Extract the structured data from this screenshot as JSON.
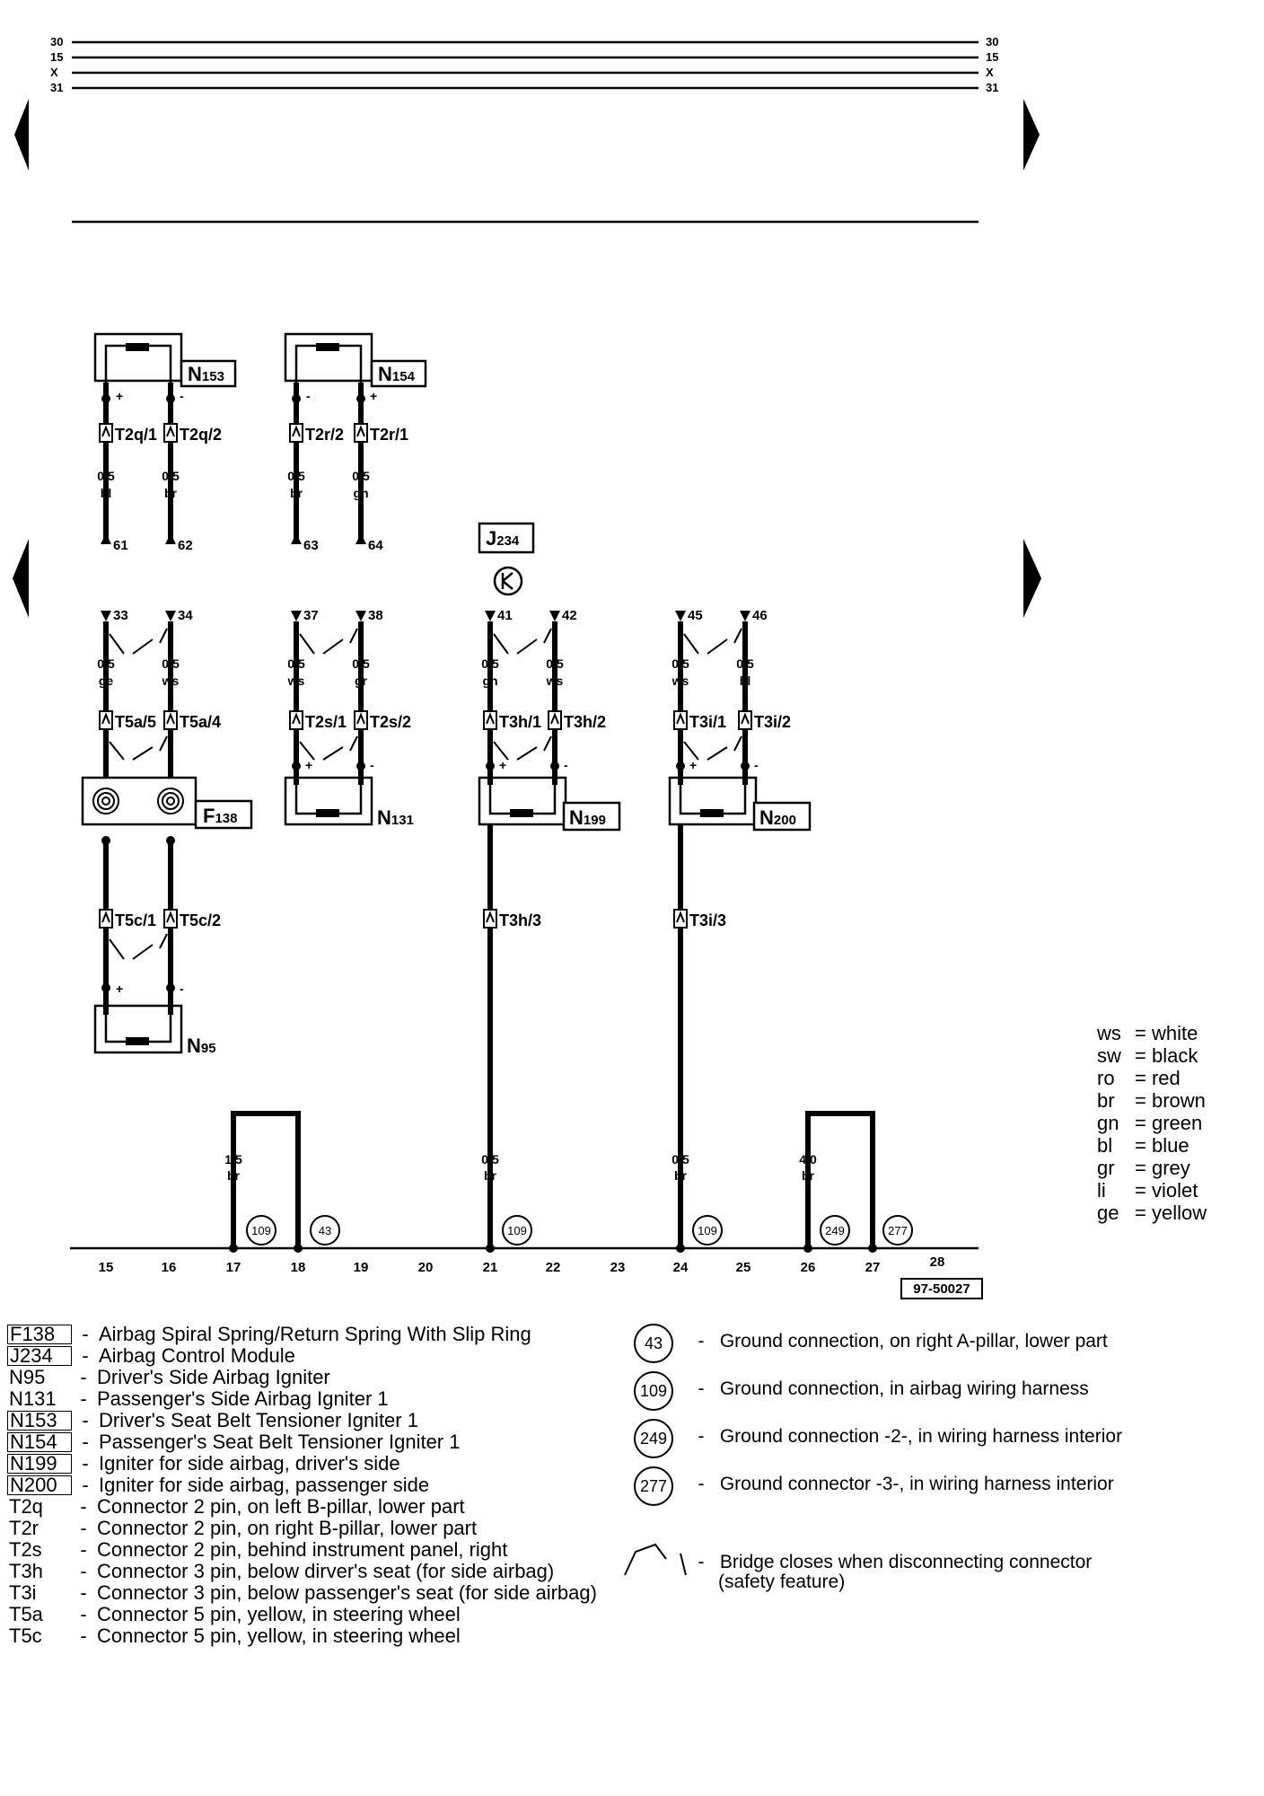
{
  "rails": [
    {
      "label": "30"
    },
    {
      "label": "15"
    },
    {
      "label": "X"
    },
    {
      "label": "31"
    }
  ],
  "tracks": [
    "15",
    "16",
    "17",
    "18",
    "19",
    "20",
    "21",
    "22",
    "23",
    "24",
    "25",
    "26",
    "27",
    "28"
  ],
  "figure_id": "97-50027",
  "components": {
    "N153": {
      "name": "N",
      "sub": "153"
    },
    "N154": {
      "name": "N",
      "sub": "154"
    },
    "J234": {
      "name": "J",
      "sub": "234"
    },
    "F138": {
      "name": "F",
      "sub": "138"
    },
    "N131": {
      "name": "N",
      "sub": "131"
    },
    "N199": {
      "name": "N",
      "sub": "199"
    },
    "N200": {
      "name": "N",
      "sub": "200"
    },
    "N95": {
      "name": "N",
      "sub": "95"
    }
  },
  "connectors": {
    "T2q1": "T2q/1",
    "T2q2": "T2q/2",
    "T2r2": "T2r/2",
    "T2r1": "T2r/1",
    "T5a5": "T5a/5",
    "T5a4": "T5a/4",
    "T2s1": "T2s/1",
    "T2s2": "T2s/2",
    "T3h1": "T3h/1",
    "T3h2": "T3h/2",
    "T3i1": "T3i/1",
    "T3i2": "T3i/2",
    "T5c1": "T5c/1",
    "T5c2": "T5c/2",
    "T3h3": "T3h/3",
    "T3i3": "T3i/3"
  },
  "wires_upper": [
    {
      "size": "0,5",
      "color": "bl",
      "pin": "61"
    },
    {
      "size": "0,5",
      "color": "br",
      "pin": "62"
    },
    {
      "size": "0,5",
      "color": "br",
      "pin": "63"
    },
    {
      "size": "0,5",
      "color": "gn",
      "pin": "64"
    }
  ],
  "wires_lower": [
    {
      "pin": "33",
      "size": "0,5",
      "color": "ge"
    },
    {
      "pin": "34",
      "size": "0,5",
      "color": "ws"
    },
    {
      "pin": "37",
      "size": "0,5",
      "color": "ws"
    },
    {
      "pin": "38",
      "size": "0,5",
      "color": "gr"
    },
    {
      "pin": "41",
      "size": "0,5",
      "color": "gn"
    },
    {
      "pin": "42",
      "size": "0,5",
      "color": "ws"
    },
    {
      "pin": "45",
      "size": "0,5",
      "color": "ws"
    },
    {
      "pin": "46",
      "size": "0,5",
      "color": "bl"
    }
  ],
  "ground_wires": [
    {
      "size": "1,5",
      "color": "br"
    },
    {
      "size": "0,5",
      "color": "br"
    },
    {
      "size": "0,5",
      "color": "br"
    },
    {
      "size": "4,0",
      "color": "br"
    }
  ],
  "ground_markers": [
    "109",
    "43",
    "109",
    "109",
    "249",
    "277"
  ],
  "polarity": {
    "plus": "+",
    "minus": "-"
  },
  "color_key": [
    {
      "abbr": "ws",
      "name": "= white"
    },
    {
      "abbr": "sw",
      "name": "= black"
    },
    {
      "abbr": "ro",
      "name": "= red"
    },
    {
      "abbr": "br",
      "name": "= brown"
    },
    {
      "abbr": "gn",
      "name": "= green"
    },
    {
      "abbr": "bl",
      "name": "= blue"
    },
    {
      "abbr": "gr",
      "name": "= grey"
    },
    {
      "abbr": "li",
      "name": "= violet"
    },
    {
      "abbr": "ge",
      "name": "= yellow"
    }
  ],
  "legend": [
    {
      "code": "F138",
      "boxed": true,
      "desc": "Airbag Spiral Spring/Return Spring With Slip Ring"
    },
    {
      "code": "J234",
      "boxed": true,
      "desc": "Airbag Control Module"
    },
    {
      "code": "N95",
      "boxed": false,
      "desc": "Driver's Side Airbag Igniter"
    },
    {
      "code": "N131",
      "boxed": false,
      "desc": "Passenger's Side Airbag Igniter 1"
    },
    {
      "code": "N153",
      "boxed": true,
      "desc": "Driver's Seat Belt Tensioner Igniter 1"
    },
    {
      "code": "N154",
      "boxed": true,
      "desc": "Passenger's Seat Belt Tensioner Igniter 1"
    },
    {
      "code": "N199",
      "boxed": true,
      "desc": "Igniter for side airbag, driver's side"
    },
    {
      "code": "N200",
      "boxed": true,
      "desc": "Igniter for side airbag, passenger side"
    },
    {
      "code": "T2q",
      "boxed": false,
      "desc": "Connector 2 pin, on left B-pillar, lower part"
    },
    {
      "code": "T2r",
      "boxed": false,
      "desc": "Connector 2 pin, on right B-pillar, lower part"
    },
    {
      "code": "T2s",
      "boxed": false,
      "desc": "Connector 2 pin, behind instrument panel, right"
    },
    {
      "code": "T3h",
      "boxed": false,
      "desc": "Connector 3 pin, below dirver's seat (for side airbag)"
    },
    {
      "code": "T3i",
      "boxed": false,
      "desc": "Connector 3 pin, below passenger's seat (for side airbag)"
    },
    {
      "code": "T5a",
      "boxed": false,
      "desc": "Connector 5 pin, yellow, in steering wheel"
    },
    {
      "code": "T5c",
      "boxed": false,
      "desc": "Connector 5 pin, yellow, in steering wheel"
    }
  ],
  "legend_separator": "-",
  "ground_legend": [
    {
      "num": "43",
      "desc": "Ground connection, on right A-pillar, lower part"
    },
    {
      "num": "109",
      "desc": "Ground connection, in airbag wiring harness"
    },
    {
      "num": "249",
      "desc": "Ground connection -2-, in wiring harness interior"
    },
    {
      "num": "277",
      "desc": "Ground connector -3-, in wiring harness interior"
    }
  ],
  "bridge_note": {
    "line1": "Bridge closes when disconnecting connector",
    "line2": "(safety feature)"
  }
}
